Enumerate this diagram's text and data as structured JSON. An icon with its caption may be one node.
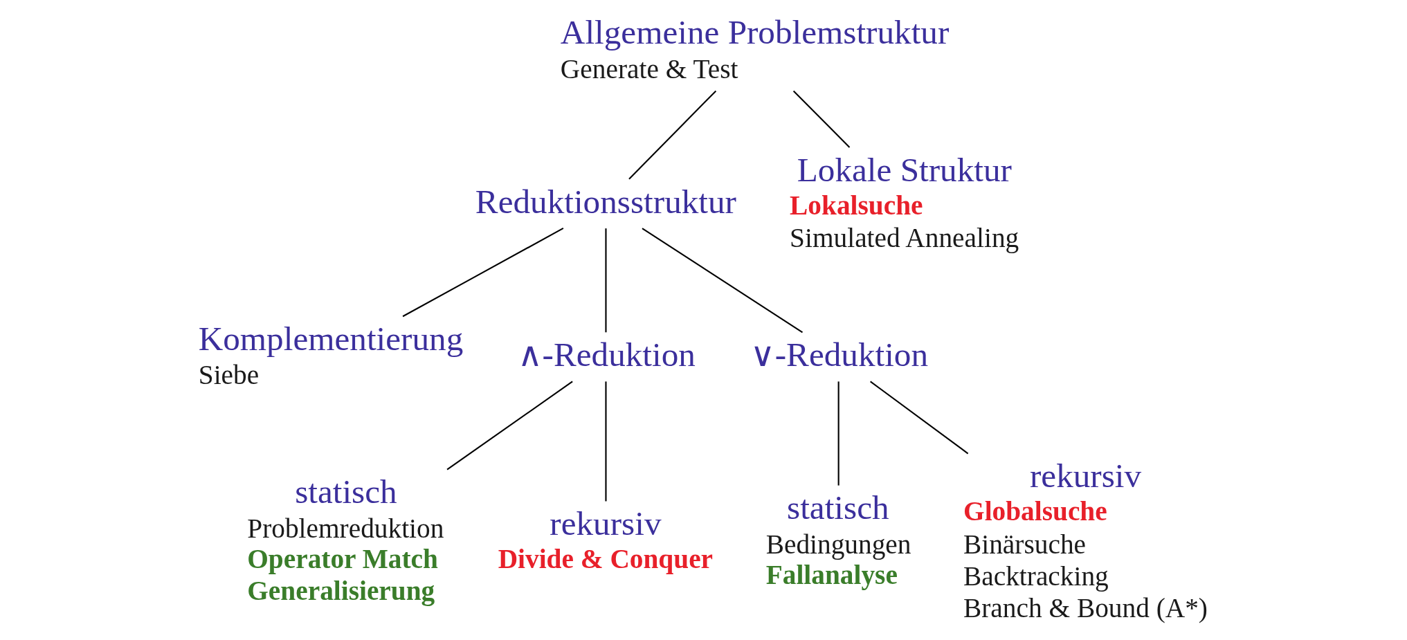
{
  "diagram": {
    "nodes": [
      {
        "text": [
          "Allgemeine Problemstruktur",
          "Generate & Test"
        ]
      },
      {
        "text": [
          "Reduktionsstruktur"
        ]
      },
      {
        "text": [
          "Lokale Struktur",
          "Lokalsuche",
          "Simulated Annealing"
        ]
      },
      {
        "text": [
          "Komplementierung",
          "Siebe"
        ]
      },
      {
        "text": [
          "∧-Reduktion"
        ]
      },
      {
        "text": [
          "∨-Reduktion"
        ]
      },
      {
        "text": [
          "statisch",
          "Problemreduktion",
          "Operator Match",
          "Generalisierung"
        ]
      },
      {
        "text": [
          "rekursiv",
          "Divide & Conquer"
        ]
      },
      {
        "text": [
          "statisch",
          "Bedingungen",
          "Fallanalyse"
        ]
      },
      {
        "text": [
          "rekursiv",
          "Globalsuche",
          "Binärsuche",
          "Backtracking",
          "Branch & Bound (A*)"
        ]
      }
    ],
    "edges": [
      {
        "from": 0,
        "to": 1,
        "arrow": "none"
      },
      {
        "from": 0,
        "to": 2,
        "arrow": "none"
      },
      {
        "from": 1,
        "to": 3,
        "arrow": "none"
      },
      {
        "from": 1,
        "to": 4,
        "arrow": "none"
      },
      {
        "from": 1,
        "to": 5,
        "arrow": "none"
      },
      {
        "from": 4,
        "to": 6,
        "arrow": "none"
      },
      {
        "from": 4,
        "to": 7,
        "arrow": "none"
      },
      {
        "from": 5,
        "to": 8,
        "arrow": "none"
      },
      {
        "from": 5,
        "to": 9,
        "arrow": "none"
      }
    ]
  }
}
